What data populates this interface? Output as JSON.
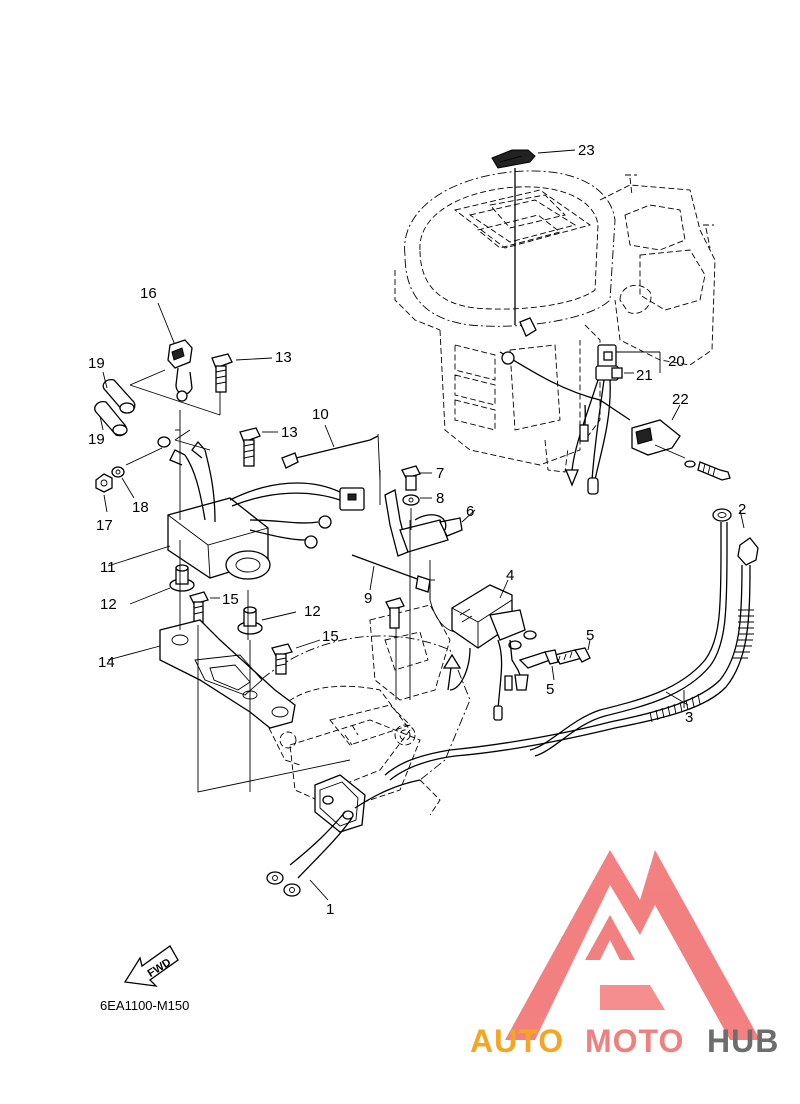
{
  "callouts": [
    {
      "id": "1",
      "label": "1"
    },
    {
      "id": "2",
      "label": "2"
    },
    {
      "id": "3",
      "label": "3"
    },
    {
      "id": "4",
      "label": "4"
    },
    {
      "id": "5a",
      "label": "5"
    },
    {
      "id": "5b",
      "label": "5"
    },
    {
      "id": "6",
      "label": "6"
    },
    {
      "id": "7",
      "label": "7"
    },
    {
      "id": "8",
      "label": "8"
    },
    {
      "id": "9",
      "label": "9"
    },
    {
      "id": "10",
      "label": "10"
    },
    {
      "id": "11",
      "label": "11"
    },
    {
      "id": "12a",
      "label": "12"
    },
    {
      "id": "12b",
      "label": "12"
    },
    {
      "id": "13a",
      "label": "13"
    },
    {
      "id": "13b",
      "label": "13"
    },
    {
      "id": "14",
      "label": "14"
    },
    {
      "id": "15a",
      "label": "15"
    },
    {
      "id": "15b",
      "label": "15"
    },
    {
      "id": "16",
      "label": "16"
    },
    {
      "id": "17",
      "label": "17"
    },
    {
      "id": "18",
      "label": "18"
    },
    {
      "id": "19a",
      "label": "19"
    },
    {
      "id": "19b",
      "label": "19"
    },
    {
      "id": "20",
      "label": "20"
    },
    {
      "id": "21",
      "label": "21"
    },
    {
      "id": "22",
      "label": "22"
    },
    {
      "id": "23",
      "label": "23"
    }
  ],
  "fwd_label": "FWD",
  "diagram_code": "6EA1100-M150",
  "watermark": {
    "part1": "AUTO",
    "part2": "MOTO",
    "part3": "HUB",
    "color_primary": "#f4a623",
    "color_secondary": "#f08080",
    "color_tertiary": "#6d6d6d",
    "logo_color": "#f26b6b"
  }
}
